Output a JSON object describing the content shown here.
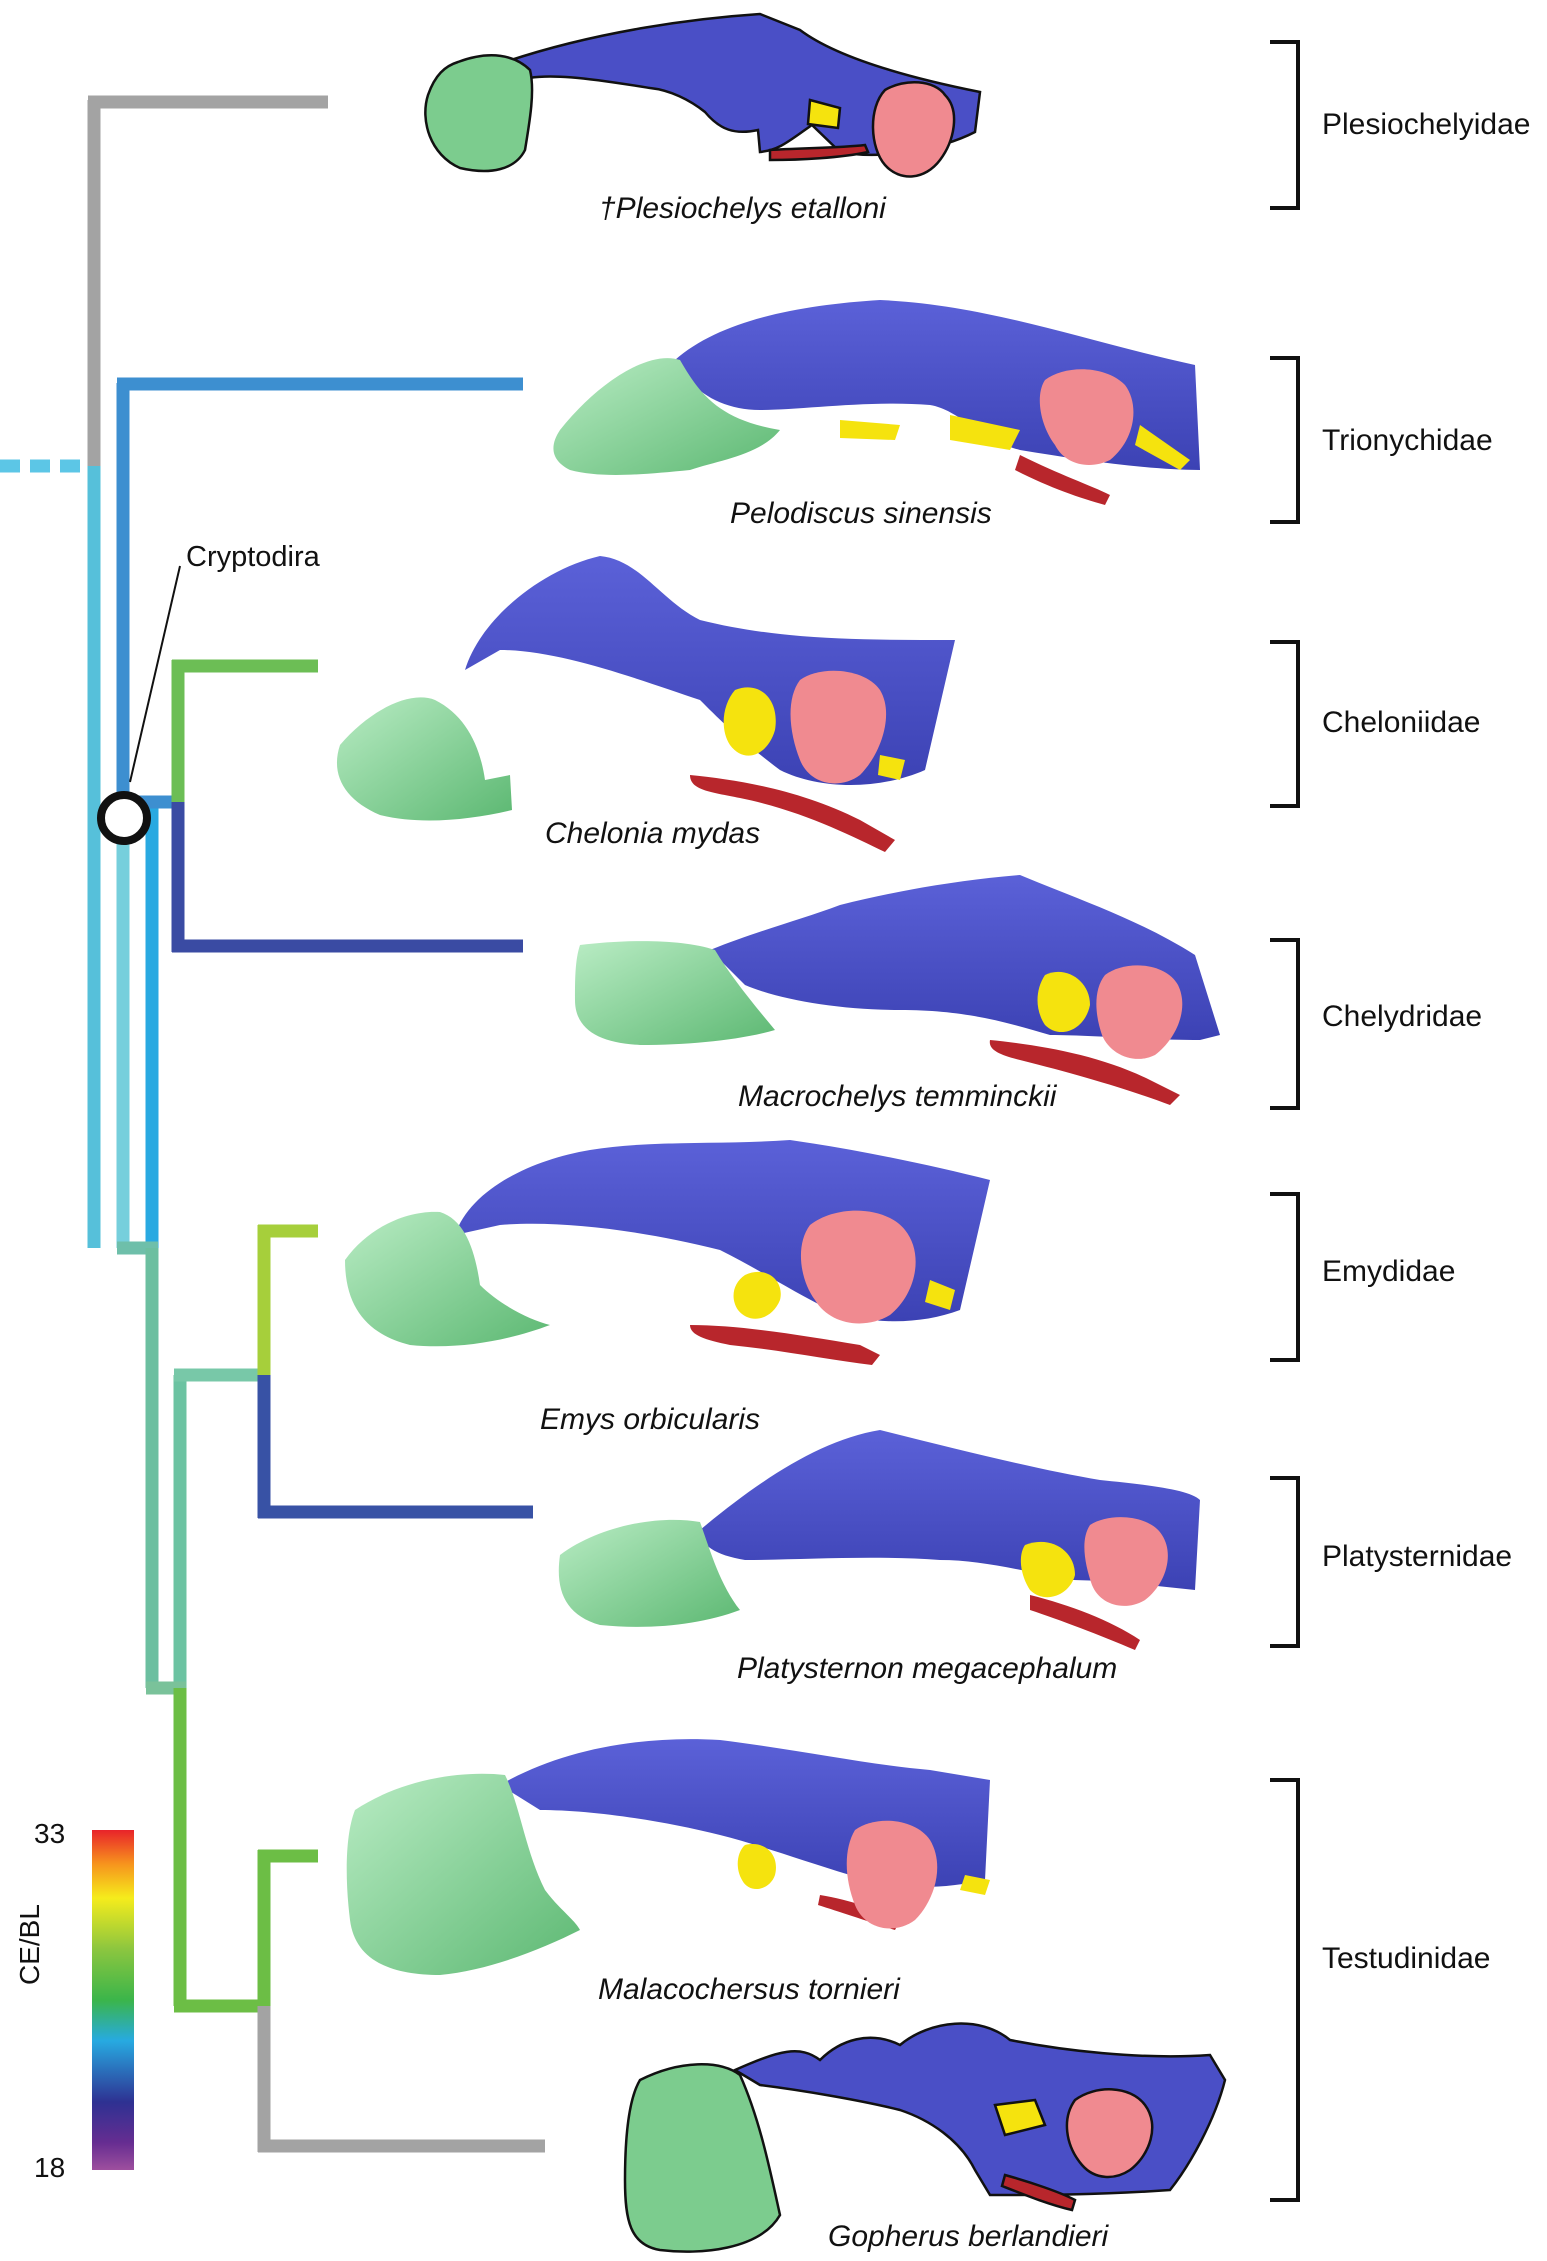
{
  "node_label": "Cryptodira",
  "scale": {
    "label": "CE/BL",
    "max_label": "33",
    "min_label": "18",
    "gradient": [
      "#e8232a",
      "#f7941d",
      "#f5ec1c",
      "#8cc63f",
      "#3bb54a",
      "#27aae1",
      "#2e3192",
      "#662d91",
      "#9e4f9e"
    ]
  },
  "taxa": [
    {
      "species": "†Plesiochelys etalloni",
      "family": "Plesiochelyidae",
      "branch_color": "#a3a3a3"
    },
    {
      "species": "Pelodiscus sinensis",
      "family": "Trionychidae",
      "branch_color": "#3d8fd0"
    },
    {
      "species": "Chelonia mydas",
      "family": "Cheloniidae",
      "branch_color": "#6cbe55"
    },
    {
      "species": "Macrochelys temminckii",
      "family": "Chelydridae",
      "branch_color": "#3a4ba3"
    },
    {
      "species": "Emys orbicularis",
      "family": "Emydidae",
      "branch_color": "#a6cf3b"
    },
    {
      "species": "Platysternon megacephalum",
      "family": "Platysternidae",
      "branch_color": "#3852a5"
    },
    {
      "species": "Malacochersus tornieri",
      "family": "Testudinidae",
      "branch_color": "#6cbe45"
    },
    {
      "species": "Gopherus berlandieri",
      "family": "Testudinidae",
      "branch_color": "#a3a3a3"
    }
  ],
  "colors": {
    "nasal_cavity_green": "#7ccc8e",
    "brain_blue": "#4a4fc6",
    "inner_ear_pink": "#f08a90",
    "nerve_yellow": "#f5e30e",
    "artery_red": "#b8262c"
  }
}
